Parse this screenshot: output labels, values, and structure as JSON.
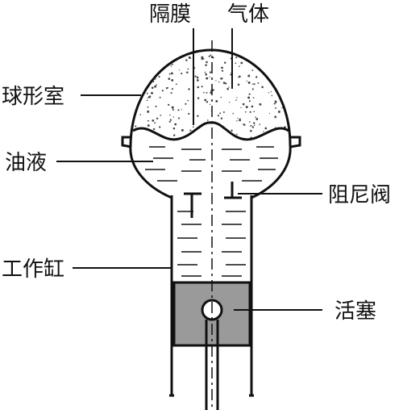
{
  "labels": {
    "diaphragm": "隔膜",
    "gas": "气体",
    "spherical_chamber": "球形室",
    "oil": "油液",
    "damping_valve": "阻尼阀",
    "cylinder": "工作缸",
    "piston": "活塞"
  },
  "colors": {
    "outline": "#111111",
    "piston_fill": "#9a9a9a",
    "background": "#ffffff",
    "speckle": "#444444"
  }
}
